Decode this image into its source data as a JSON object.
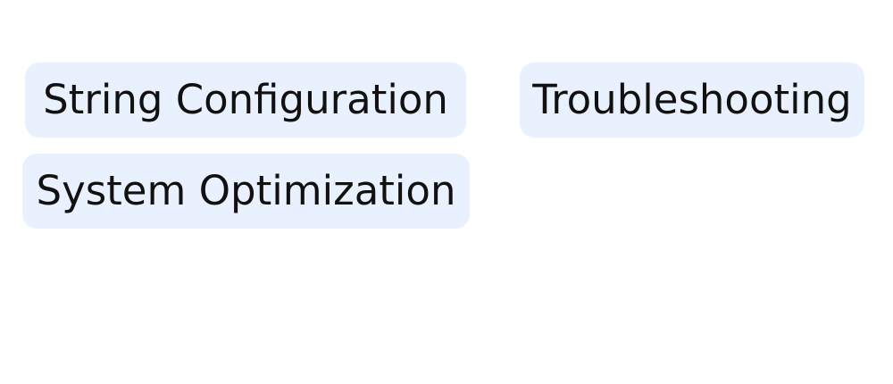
{
  "chips": [
    {
      "label": "String Configuration"
    },
    {
      "label": "Troubleshooting"
    },
    {
      "label": "System Optimization"
    }
  ],
  "colors": {
    "chip_background": "#eaf1fe",
    "chip_text": "#111111",
    "page_background": "#ffffff"
  }
}
